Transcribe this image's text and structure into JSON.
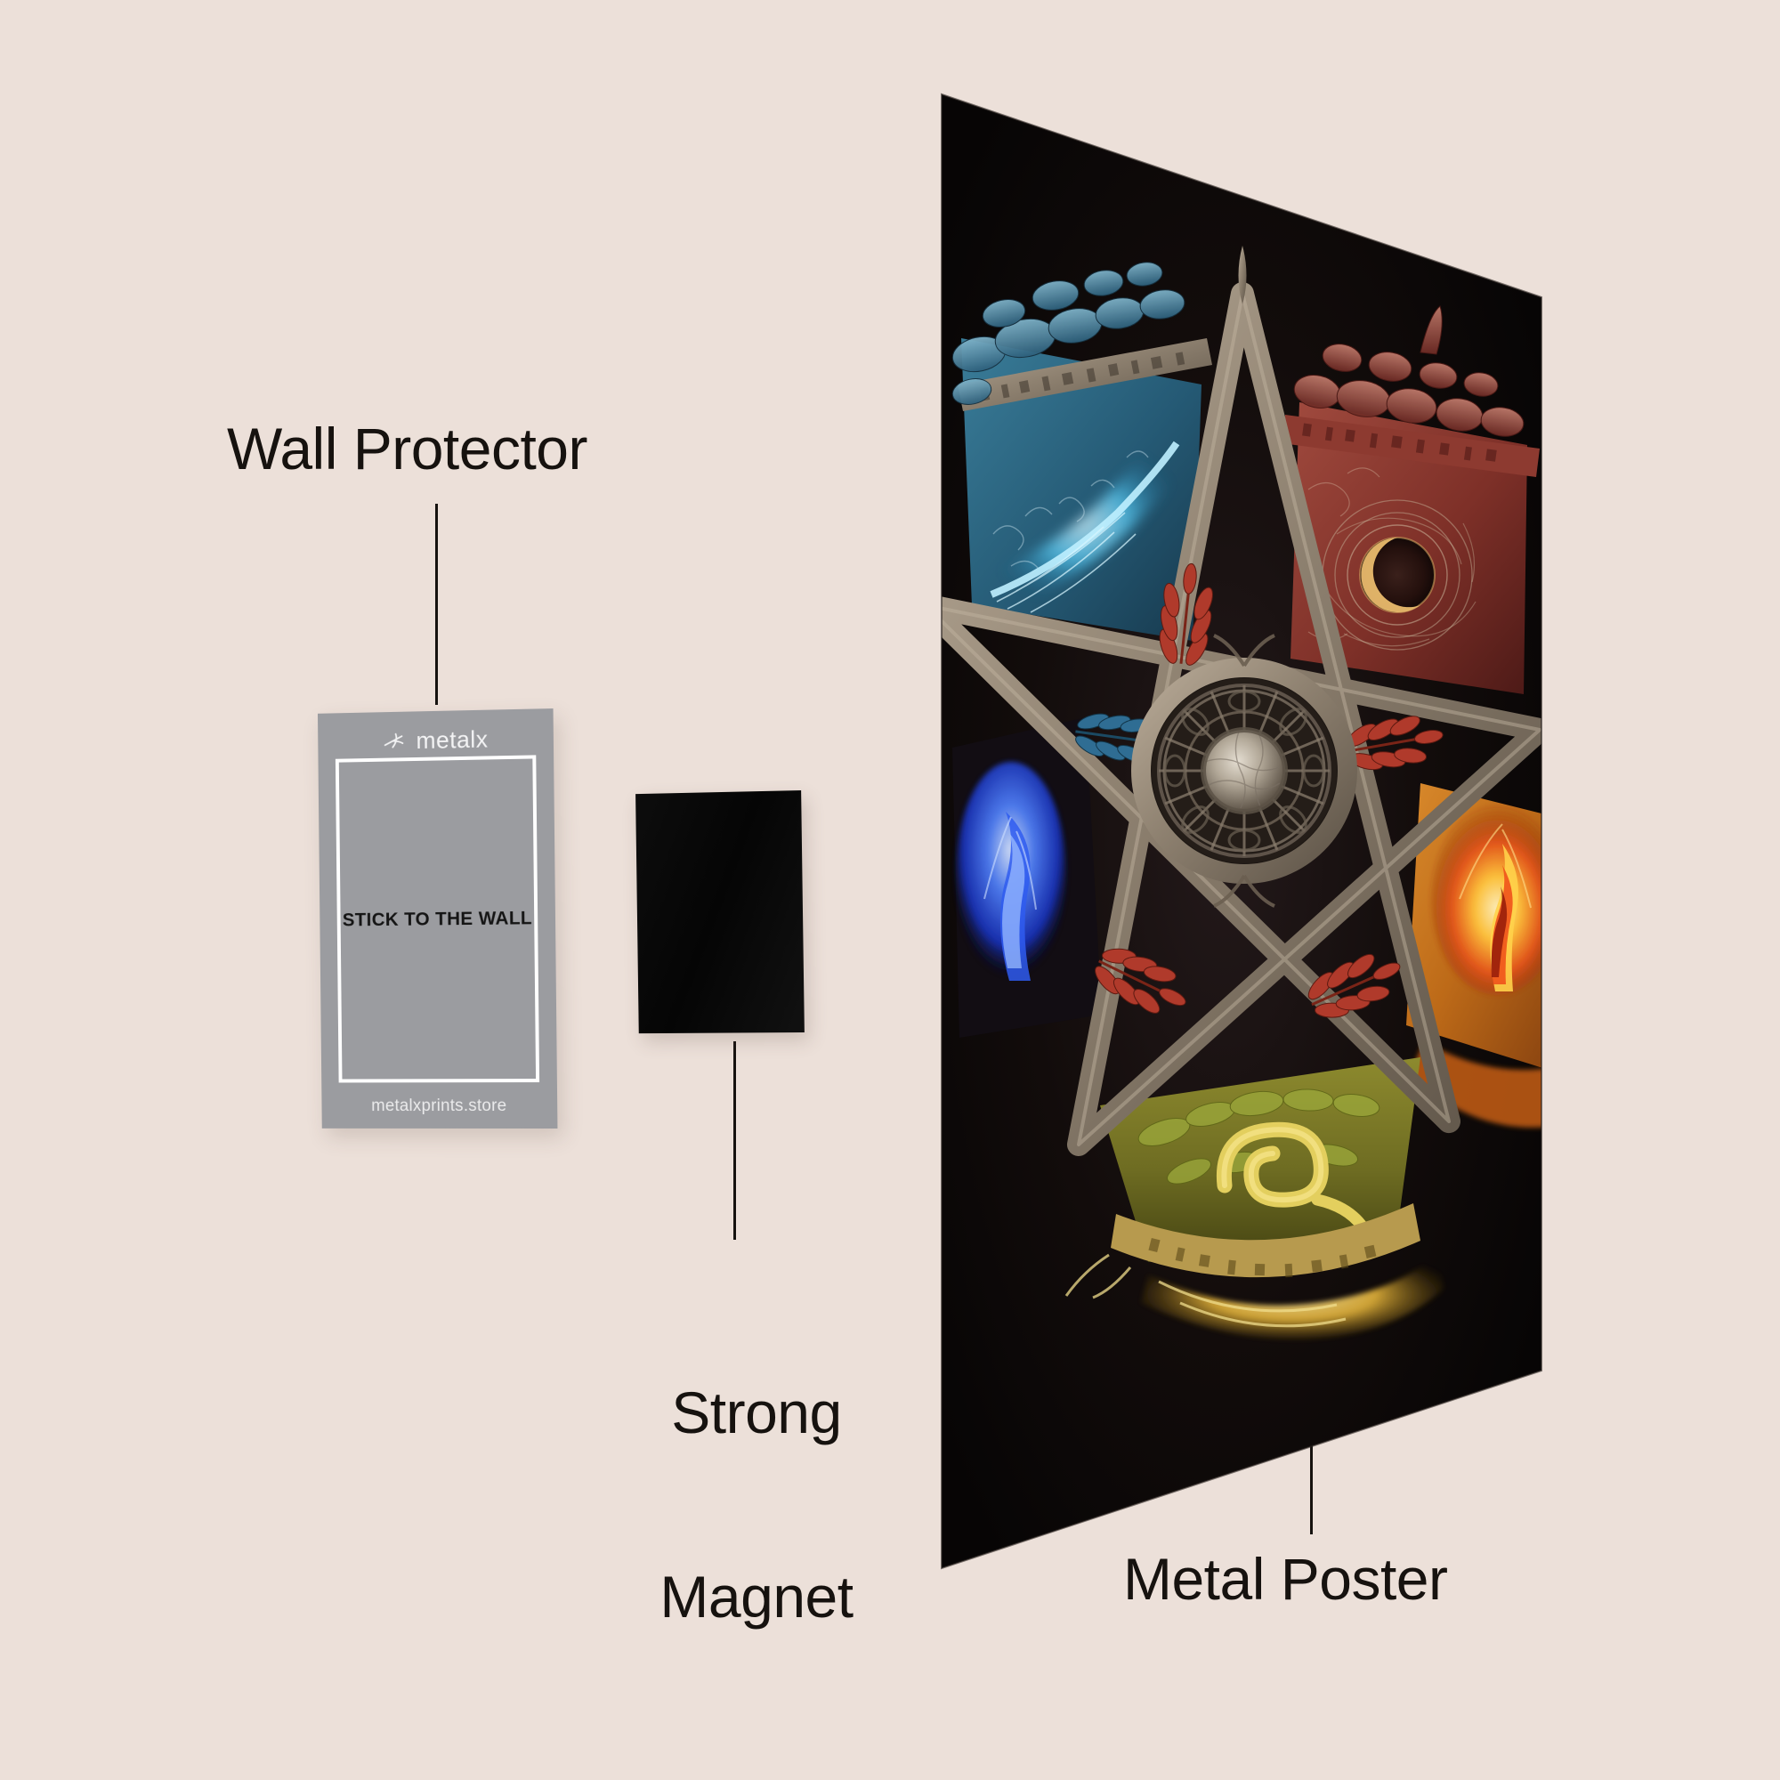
{
  "page": {
    "background_color": "#ece0d9",
    "type": "product-feature-infographic"
  },
  "callouts": [
    {
      "id": "wall-protector",
      "label": "Wall Protector",
      "leader_line": true
    },
    {
      "id": "strong-magnet",
      "label_line1": "Strong",
      "label_line2": "Magnet",
      "leader_line": true
    },
    {
      "id": "metal-poster",
      "label": "Metal Poster",
      "leader_line": true
    }
  ],
  "wall_protector_card": {
    "brand_wordmark": "metalx",
    "brand_mark_icon": "metalx-cross-icon",
    "headline": "STICK TO THE WALL",
    "url": "metalxprints.store",
    "face_color": "#9b9ca0",
    "frame_color": "#ffffff",
    "headline_color": "#151515"
  },
  "magnet": {
    "color": "#0a0a0a",
    "shape": "rectangle"
  },
  "poster": {
    "background_color": "#0c0907",
    "artwork_title": "Elemental Pentagram",
    "segments": [
      {
        "name": "water",
        "color": "#2d6d8a",
        "motif": "flowing-water-wisp",
        "rune_band": true
      },
      {
        "name": "blood-moon",
        "color": "#8e3a33",
        "motif": "crescent-eye",
        "rune_band": true
      },
      {
        "name": "fire",
        "color": "#c8741f",
        "motif": "flame-plume",
        "rune_band": false
      },
      {
        "name": "earth",
        "color": "#7d7a26",
        "motif": "serpent-and-leaves",
        "rune_band": true
      },
      {
        "name": "spirit",
        "color": "#1b3fbe",
        "motif": "blue-flame",
        "rune_band": false
      }
    ],
    "center_medallion": {
      "name": "stone-rosette",
      "core_color": "#b8b2a6",
      "ring_color": "#6d6358"
    },
    "leaf_accents": [
      {
        "color": "#b03a2b",
        "position": "upper-left"
      },
      {
        "color": "#2f6d93",
        "position": "left"
      },
      {
        "color": "#b03a2b",
        "position": "right"
      },
      {
        "color": "#b03a2b",
        "position": "lower-left"
      },
      {
        "color": "#b03a2b",
        "position": "lower-right"
      }
    ]
  }
}
